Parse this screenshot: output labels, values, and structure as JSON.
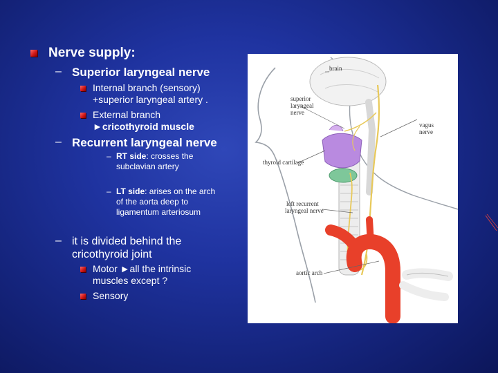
{
  "slide": {
    "heading": "Nerve supply:",
    "superior": {
      "title": "Superior laryngeal nerve",
      "internal_line1": "Internal branch (sensory)",
      "internal_line2": "+superior laryngeal artery .",
      "external_line1": "External branch",
      "external_line2": "►cricothyroid muscle"
    },
    "recurrent": {
      "title": "Recurrent laryngeal nerve",
      "rt_label": "RT side",
      "rt_text1": ": crosses the",
      "rt_text2": "subclavian artery",
      "lt_label": "LT side",
      "lt_text1": ": arises on the arch",
      "lt_text2": "of the aorta deep to",
      "lt_text3": "ligamentum arteriosum"
    },
    "divided": {
      "line1": "it is divided behind the",
      "line2": "cricothyroid joint",
      "motor_line1": "Motor ►all the intrinsic",
      "motor_line2": "muscles except ?",
      "sensory": "Sensory"
    }
  },
  "figure": {
    "labels": {
      "brain": "brain",
      "superior_laryngeal_1": "superior",
      "superior_laryngeal_2": "laryngeal",
      "superior_laryngeal_3": "nerve",
      "vagus_1": "vagus",
      "vagus_2": "nerve",
      "thyroid_cartilage": "thyroid cartilage",
      "left_recurrent_1": "left recurrent",
      "left_recurrent_2": "laryngeal nerve",
      "aortic_arch": "aortic arch"
    }
  },
  "colors": {
    "bullet": "#d01818",
    "background": "#1f33a0",
    "nerve": "#e8c95a",
    "aorta": "#e8402a",
    "cartilage": "#b98ae0",
    "cricoid": "#7ec79a"
  }
}
